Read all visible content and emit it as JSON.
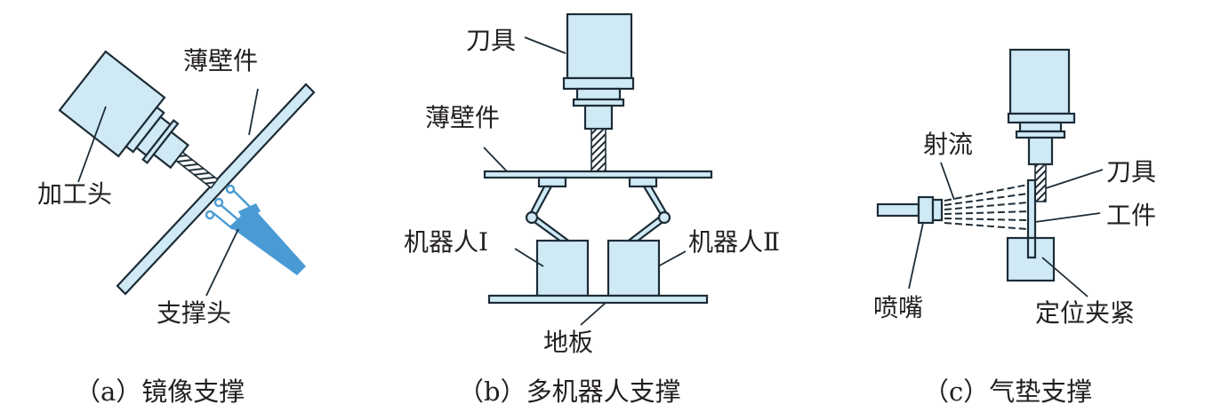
{
  "panel_a": {
    "label_processing_head": "加工头",
    "label_thin_wall": "薄壁件",
    "label_support_head": "支撑头",
    "caption": "（a）镜像支撑"
  },
  "panel_b": {
    "label_tool": "刀具",
    "label_thin_wall": "薄壁件",
    "label_robot_1": "机器人Ⅰ",
    "label_robot_2": "机器人Ⅱ",
    "label_floor": "地板",
    "caption": "（b）多机器人支撑"
  },
  "panel_c": {
    "label_jet": "射流",
    "label_tool": "刀具",
    "label_workpiece": "工件",
    "label_nozzle": "喷嘴",
    "label_clamp": "定位夹紧",
    "caption": "（c）气垫支撑"
  },
  "colors": {
    "part_fill": "#cfe9f5",
    "outline": "#1d2c36",
    "support_blue": "#4a9bd4"
  }
}
